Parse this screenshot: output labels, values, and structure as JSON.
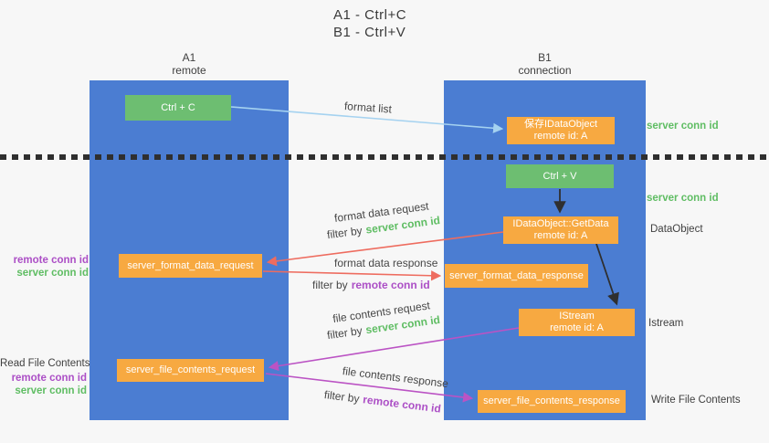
{
  "title": {
    "line1": "A1 - Ctrl+C",
    "line2": "B1 - Ctrl+V"
  },
  "lanes": {
    "a": {
      "name": "A1",
      "subtitle": "remote"
    },
    "b": {
      "name": "B1",
      "subtitle": "connection"
    }
  },
  "nodes": {
    "ctrl_c": {
      "label": "Ctrl + C"
    },
    "ctrl_v": {
      "label": "Ctrl + V"
    },
    "save_idataobject": {
      "title": "保存IDataObject",
      "subtitle": "remote id: A"
    },
    "idataobject_getdata": {
      "title": "IDataObject::GetData",
      "subtitle": "remote id: A"
    },
    "istream": {
      "title": "IStream",
      "subtitle": "remote id: A"
    },
    "server_format_data_request": {
      "label": "server_format_data_request"
    },
    "server_format_data_response": {
      "label": "server_format_data_response"
    },
    "server_file_contents_request": {
      "label": "server_file_contents_request"
    },
    "server_file_contents_response": {
      "label": "server_file_contents_response"
    }
  },
  "arrow_labels": {
    "format_list": "format list",
    "format_data_request": "format data request",
    "format_data_response": "format data response",
    "file_contents_request": "file contents request",
    "file_contents_response": "file contents response",
    "filter_by": "filter by",
    "server_conn_id": "server conn id",
    "remote_conn_id": "remote conn id"
  },
  "annotations": {
    "server_conn_id_top": "server conn id",
    "server_conn_id_mid": "server conn id",
    "dataobject": "DataObject",
    "istream": "Istream",
    "read_file_contents": "Read File Contents",
    "write_file_contents": "Write File Contents",
    "request1": {
      "remote": "remote conn id",
      "server": "server conn id"
    },
    "request2": {
      "remote": "remote conn id",
      "server": "server conn id"
    }
  },
  "colors": {
    "lane_blue": "#4b7dd2",
    "node_green": "#6dbe71",
    "node_orange": "#f7a941",
    "text_green": "#5fbd63",
    "text_purple": "#ac4fc6",
    "arrow_red": "#ee6c5f",
    "arrow_purple": "#bb53c4",
    "arrow_blue": "#a5d2f0",
    "arrow_black": "#2f2f2f"
  }
}
